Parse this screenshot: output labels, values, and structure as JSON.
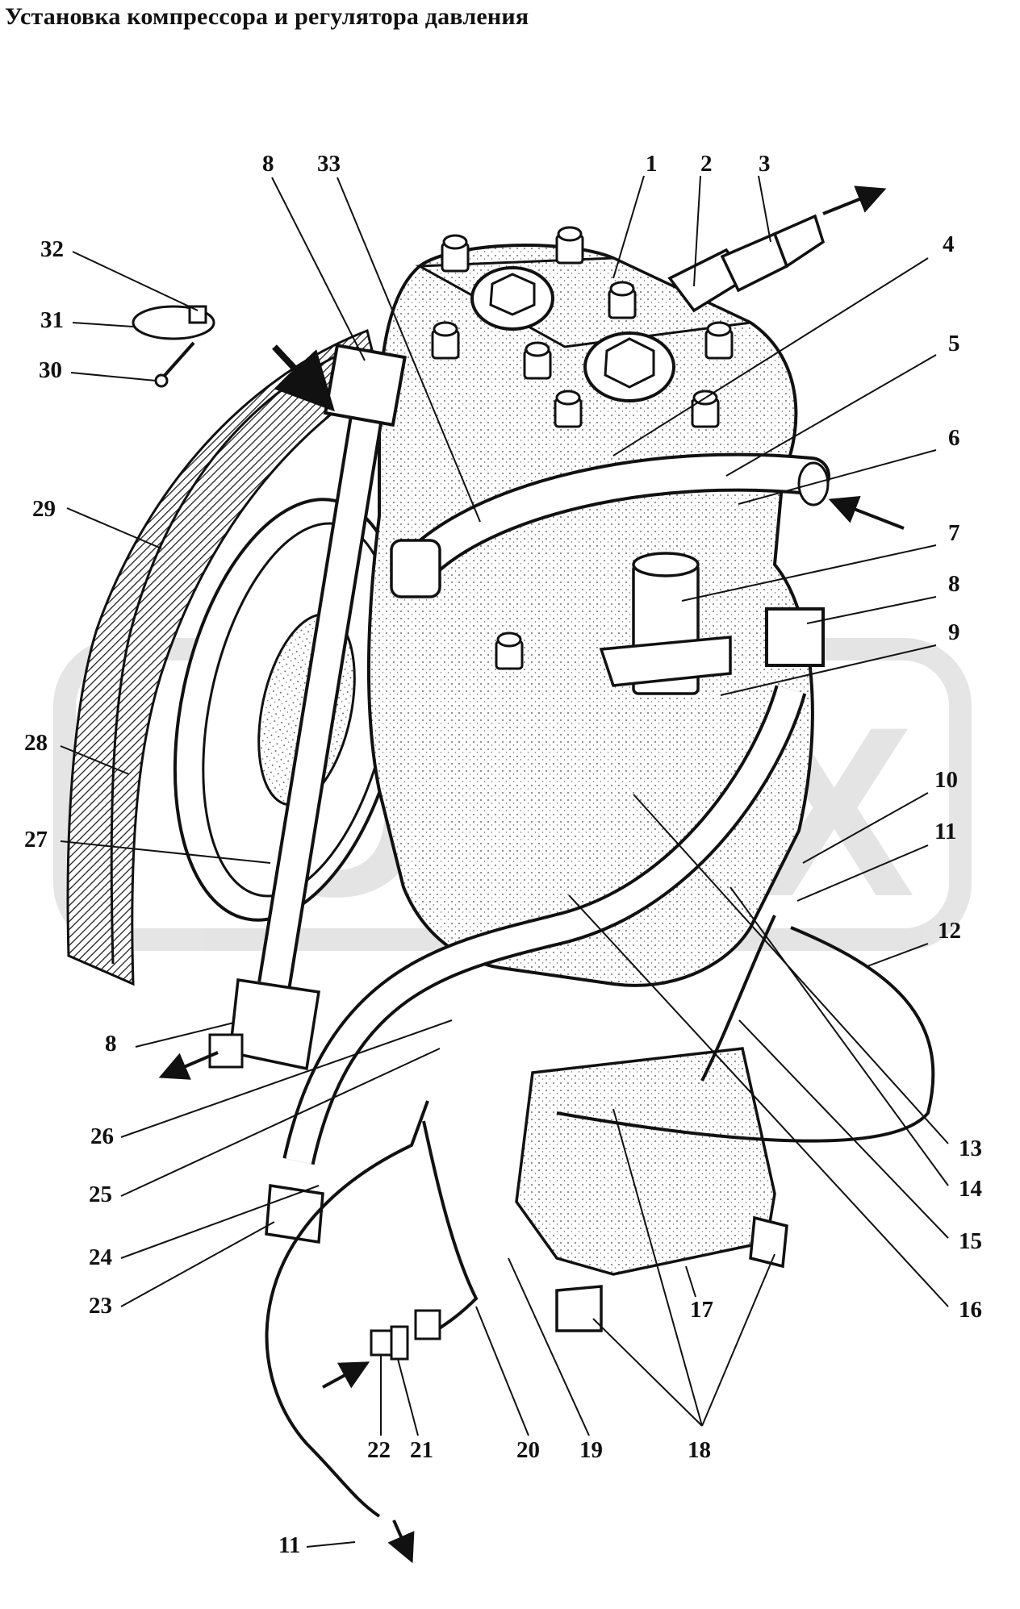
{
  "title": "Установка компрессора и регулятора давления",
  "watermark": "OPEX",
  "colors": {
    "ink": "#111111",
    "watermark": "#cfcfcf",
    "background": "#ffffff"
  },
  "callouts": [
    {
      "id": "c1",
      "label": "1"
    },
    {
      "id": "c2",
      "label": "2"
    },
    {
      "id": "c3",
      "label": "3"
    },
    {
      "id": "c4",
      "label": "4"
    },
    {
      "id": "c5",
      "label": "5"
    },
    {
      "id": "c6",
      "label": "6"
    },
    {
      "id": "c7",
      "label": "7"
    },
    {
      "id": "c8a",
      "label": "8"
    },
    {
      "id": "c8b",
      "label": "8"
    },
    {
      "id": "c8c",
      "label": "8"
    },
    {
      "id": "c9",
      "label": "9"
    },
    {
      "id": "c10",
      "label": "10"
    },
    {
      "id": "c11a",
      "label": "11"
    },
    {
      "id": "c11b",
      "label": "11"
    },
    {
      "id": "c12",
      "label": "12"
    },
    {
      "id": "c13",
      "label": "13"
    },
    {
      "id": "c14",
      "label": "14"
    },
    {
      "id": "c15",
      "label": "15"
    },
    {
      "id": "c16",
      "label": "16"
    },
    {
      "id": "c17",
      "label": "17"
    },
    {
      "id": "c18",
      "label": "18"
    },
    {
      "id": "c19",
      "label": "19"
    },
    {
      "id": "c20",
      "label": "20"
    },
    {
      "id": "c21",
      "label": "21"
    },
    {
      "id": "c22",
      "label": "22"
    },
    {
      "id": "c23",
      "label": "23"
    },
    {
      "id": "c24",
      "label": "24"
    },
    {
      "id": "c25",
      "label": "25"
    },
    {
      "id": "c26",
      "label": "26"
    },
    {
      "id": "c27",
      "label": "27"
    },
    {
      "id": "c28",
      "label": "28"
    },
    {
      "id": "c29",
      "label": "29"
    },
    {
      "id": "c30",
      "label": "30"
    },
    {
      "id": "c31",
      "label": "31"
    },
    {
      "id": "c32",
      "label": "32"
    },
    {
      "id": "c33",
      "label": "33"
    }
  ]
}
